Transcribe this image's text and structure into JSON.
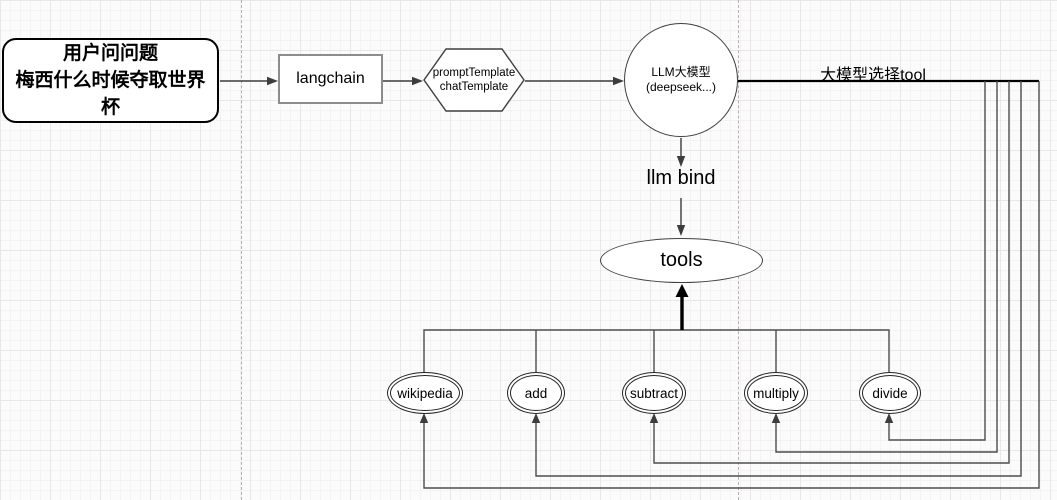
{
  "diagram": {
    "nodes": {
      "user_question": {
        "line1": "用户问问题",
        "line2": "梅西什么时候夺取世界杯"
      },
      "langchain": {
        "label": "langchain"
      },
      "prompt_template": {
        "line1": "promptTemplate",
        "line2": "chatTemplate"
      },
      "llm": {
        "line1": "LLM大模型",
        "line2": "(deepseek...)"
      },
      "tools": {
        "label": "tools"
      },
      "tool_items": [
        "wikipedia",
        "add",
        "subtract",
        "multiply",
        "divide"
      ]
    },
    "edge_labels": {
      "select_tool": "大模型选择tool",
      "llm_bind": "llm bind"
    },
    "colors": {
      "line": "#3d3d3d",
      "emphasis": "#000000",
      "shape_fill": "#ffffff",
      "page_divider": "#b3b0b0"
    }
  }
}
